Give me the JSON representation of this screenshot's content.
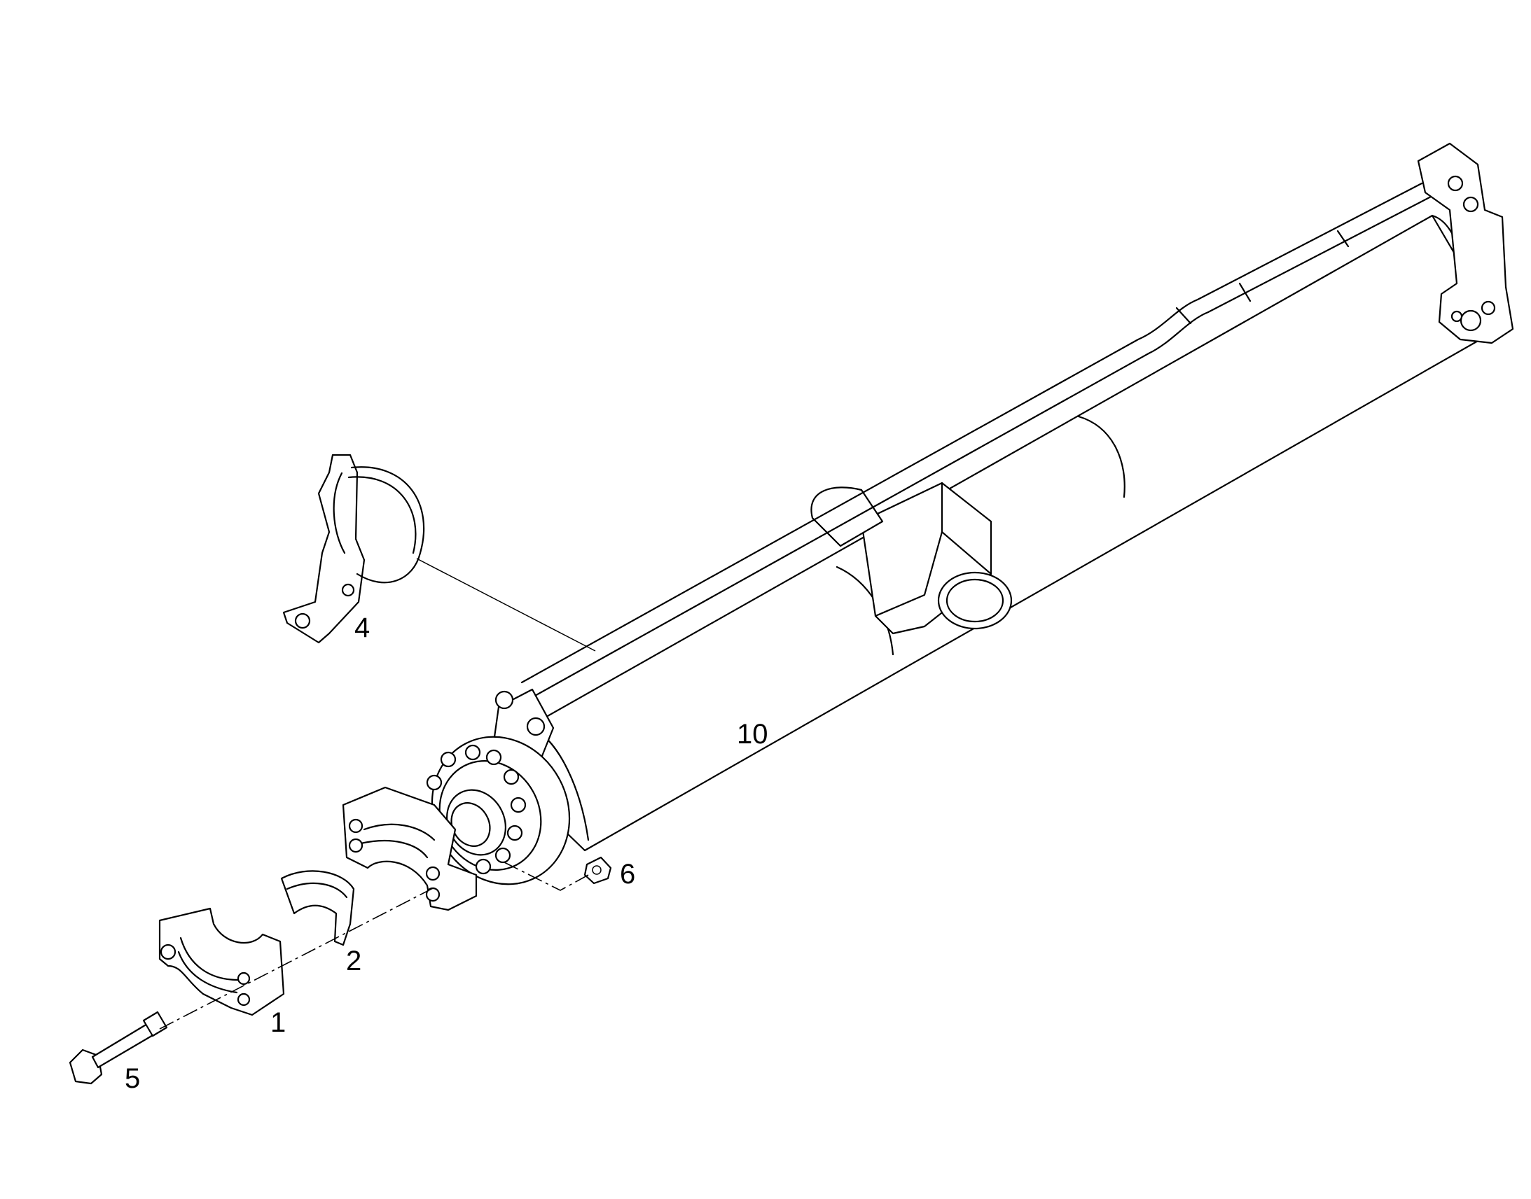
{
  "labels": {
    "part_1": "1",
    "part_2": "2",
    "part_4": "4",
    "part_5": "5",
    "part_6": "6",
    "part_10": "10"
  },
  "colors": {
    "line": "#000000",
    "background": "#ffffff"
  }
}
